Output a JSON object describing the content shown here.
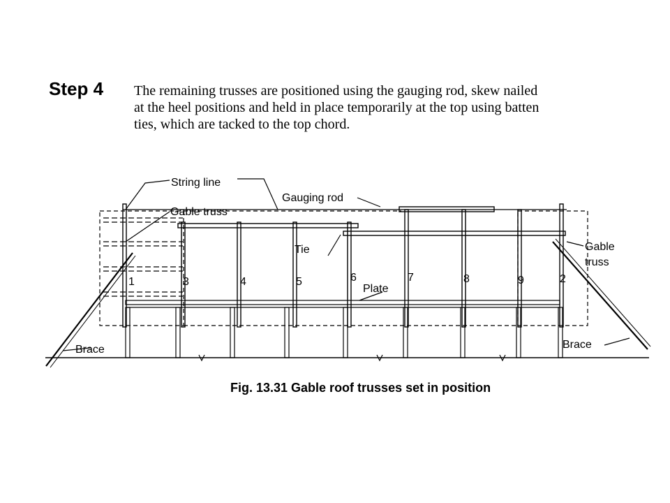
{
  "step": {
    "title": "Step 4",
    "lines": [
      "The remaining trusses are positioned using the gauging rod, skew nailed",
      "at the heel positions and held in place temporarily at the top using batten",
      "ties, which are tacked to the top chord."
    ]
  },
  "figure": {
    "caption": "Fig. 13.31  Gable roof trusses set in position",
    "labels": {
      "string_line": "String line",
      "gauging_rod": "Gauging rod",
      "gable_truss_left": "Gable truss",
      "tie": "Tie",
      "plate": "Plate",
      "gable_right_1": "Gable",
      "gable_right_2": "truss",
      "brace_left": "Brace",
      "brace_right": "Brace"
    },
    "truss_numbers": [
      "1",
      "3",
      "4",
      "5",
      "6",
      "7",
      "8",
      "9",
      "2"
    ]
  }
}
